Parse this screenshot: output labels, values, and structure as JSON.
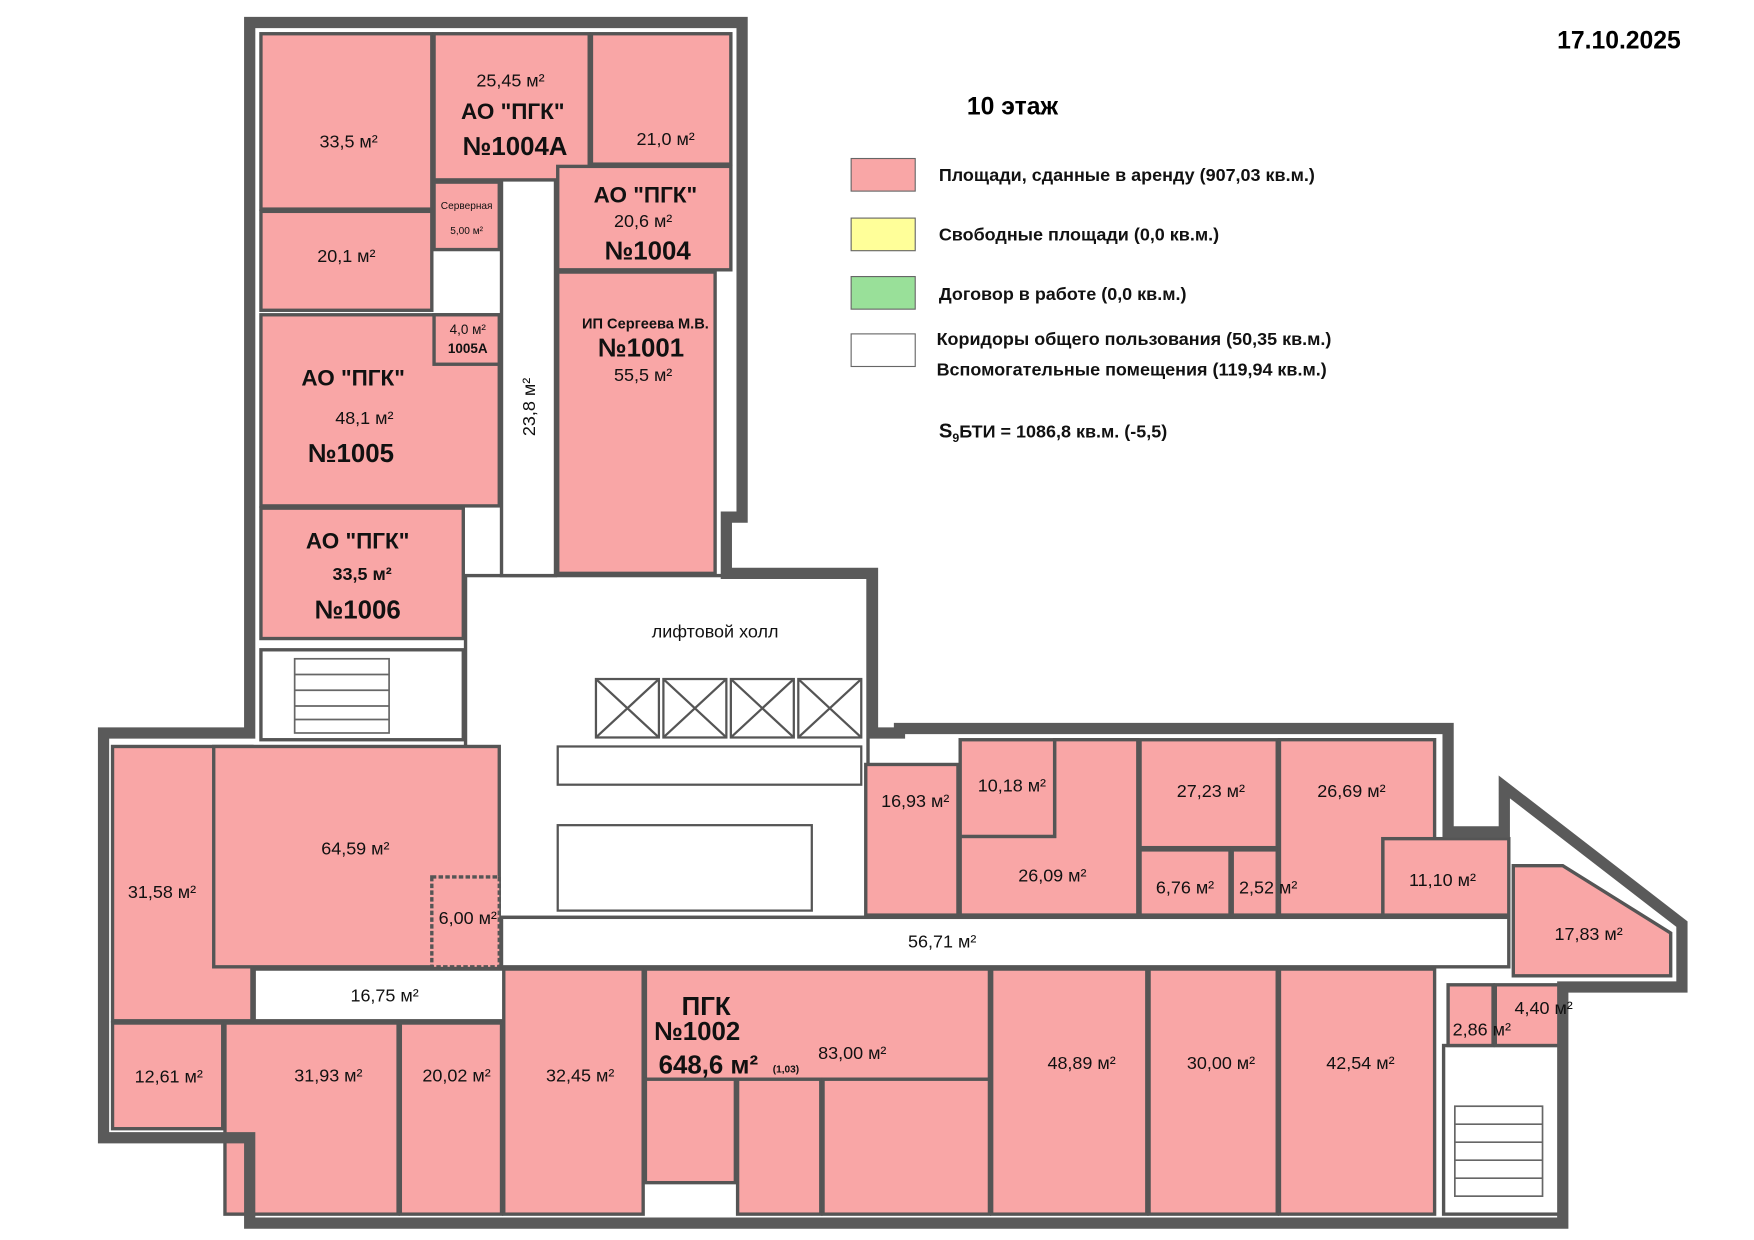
{
  "date": "17.10.2025",
  "floor_title": "10 этаж",
  "legend": [
    {
      "label": "Площади, сданные в аренду (907,03 кв.м.)",
      "color": "#f9a6a6"
    },
    {
      "label": "Свободные площади (0,0 кв.м.)",
      "color": "#ffff99"
    },
    {
      "label": "Договор в работе (0,0 кв.м.)",
      "color": "#99e099"
    },
    {
      "label": "Коридоры общего пользования (50,35 кв.м.)",
      "label2": "Вспомогательные помещения (119,94 кв.м.)",
      "color": "#ffffff"
    }
  ],
  "total": {
    "s": "S",
    "sub": "9",
    "rest": "БТИ = 1086,8 кв.м.  (-5,5)"
  },
  "rooms": {
    "r335a": {
      "area": "33,5 м²"
    },
    "r1004a": {
      "area": "25,45 м²",
      "tenant": "АО \"ПГК\"",
      "number": "№1004А"
    },
    "r210": {
      "area": "21,0 м²"
    },
    "server": {
      "name": "Серверная",
      "area": "5,00 м²"
    },
    "r1004": {
      "tenant": "АО \"ПГК\"",
      "area": "20,6 м²",
      "number": "№1004"
    },
    "r201": {
      "area": "20,1 м²"
    },
    "r1005a": {
      "area": "4,0 м²",
      "number": "1005А"
    },
    "r1005": {
      "tenant": "АО \"ПГК\"",
      "area": "48,1 м²",
      "number": "№1005"
    },
    "r1001": {
      "tenant": "ИП Сергеева М.В.",
      "number": "№1001",
      "area": "55,5 м²"
    },
    "r1006": {
      "tenant": "АО \"ПГК\"",
      "area": "33,5 м²",
      "number": "№1006"
    },
    "corr238": {
      "area": "23,8 м²"
    },
    "lift_hall": {
      "name": "лифтовой холл"
    },
    "r3158": {
      "area": "31,58 м²"
    },
    "r6459": {
      "area": "64,59 м²"
    },
    "r600": {
      "area": "6,00 м²"
    },
    "r1675": {
      "area": "16,75 м²"
    },
    "r1261": {
      "area": "12,61 м²"
    },
    "r3193": {
      "area": "31,93 м²"
    },
    "r2002": {
      "area": "20,02 м²"
    },
    "r3245": {
      "area": "32,45 м²"
    },
    "r1002": {
      "tenant": "ПГК",
      "number": "№1002",
      "total": "648,6 м²",
      "coef": "(1,03)",
      "area": "83,00 м²"
    },
    "r1693": {
      "area": "16,93 м²"
    },
    "r1018": {
      "area": "10,18 м²"
    },
    "r2609": {
      "area": "26,09 м²"
    },
    "r2723": {
      "area": "27,23 м²"
    },
    "r676": {
      "area": "6,76 м²"
    },
    "r252": {
      "area": "2,52 м²"
    },
    "r2669": {
      "area": "26,69 м²"
    },
    "r1110": {
      "area": "11,10 м²"
    },
    "r1783": {
      "area": "17,83 м²"
    },
    "corr5671": {
      "area": "56,71 м²"
    },
    "r4889": {
      "area": "48,89 м²"
    },
    "r3000": {
      "area": "30,00 м²"
    },
    "r4254": {
      "area": "42,54 м²"
    },
    "r286": {
      "area": "2,86 м²"
    },
    "r440": {
      "area": "4,40 м²"
    }
  }
}
